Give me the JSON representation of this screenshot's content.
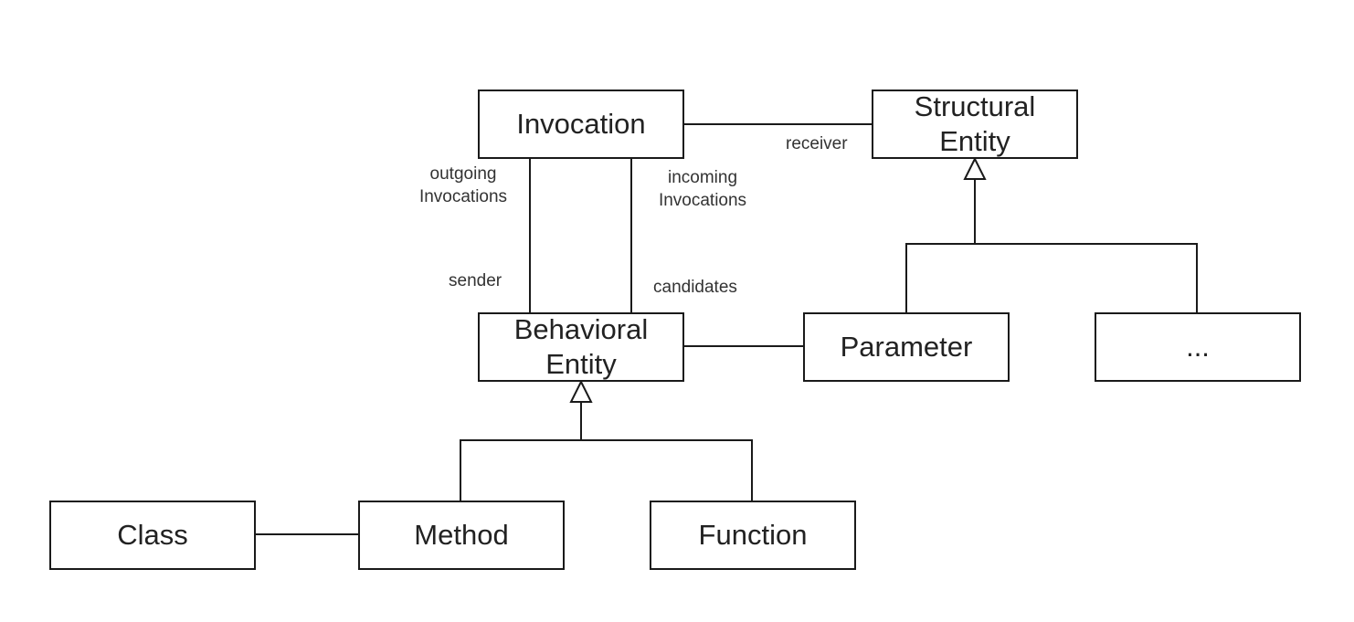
{
  "diagram": {
    "classes": {
      "invocation": "Invocation",
      "structural_entity": "Structural Entity",
      "behavioral_entity": "Behavioral Entity",
      "parameter": "Parameter",
      "ellipsis": "...",
      "class": "Class",
      "method": "Method",
      "function": "Function"
    },
    "relations": [
      {
        "from": "Invocation",
        "to": "Structural Entity",
        "type": "association",
        "label": "receiver"
      },
      {
        "from": "Invocation",
        "to": "Behavioral Entity",
        "type": "association",
        "role_near_invocation": "outgoing Invocations",
        "role_near_behavioral_entity": "sender"
      },
      {
        "from": "Invocation",
        "to": "Behavioral Entity",
        "type": "association",
        "role_near_invocation": "incoming Invocations",
        "role_near_behavioral_entity": "candidates"
      },
      {
        "from": "Behavioral Entity",
        "to": "Parameter",
        "type": "association"
      },
      {
        "from": "Class",
        "to": "Method",
        "type": "association"
      },
      {
        "from": "Method",
        "to": "Behavioral Entity",
        "type": "generalization"
      },
      {
        "from": "Function",
        "to": "Behavioral Entity",
        "type": "generalization"
      },
      {
        "from": "Parameter",
        "to": "Structural Entity",
        "type": "generalization"
      },
      {
        "from": "...",
        "to": "Structural Entity",
        "type": "generalization"
      }
    ],
    "labels": {
      "receiver": "receiver",
      "outgoing": "outgoing Invocations",
      "incoming": "incoming Invocations",
      "sender": "sender",
      "candidates": "candidates"
    },
    "line_color": "#1a1a1a",
    "text_color": "#222222"
  }
}
